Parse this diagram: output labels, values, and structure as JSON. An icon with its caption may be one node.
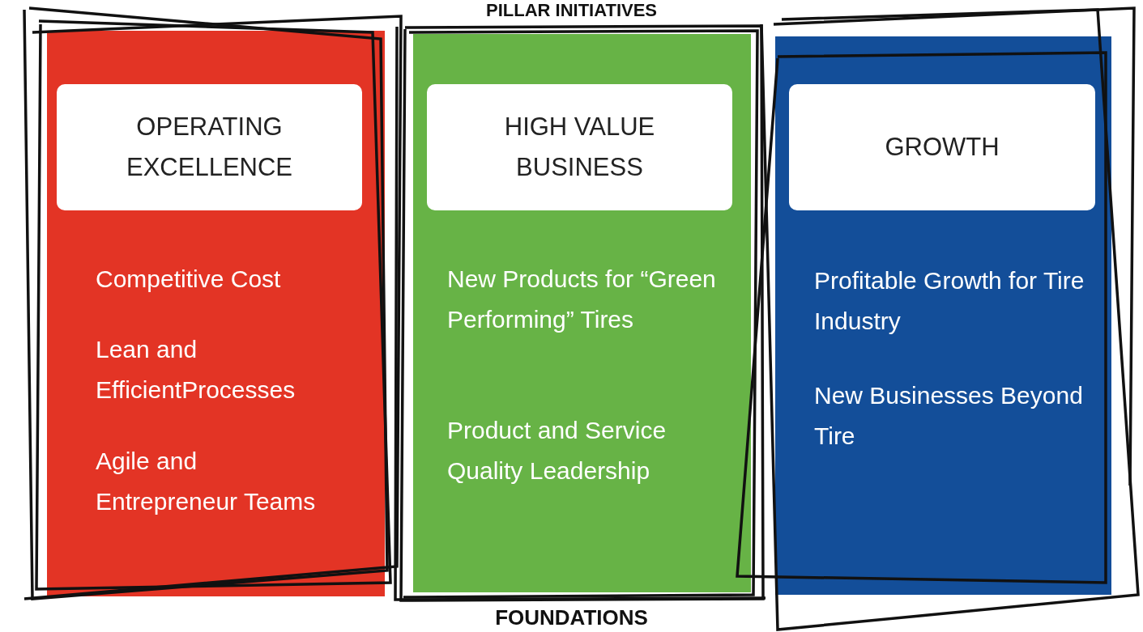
{
  "diagram": {
    "nodes": [
      {
        "text": [
          "Competitive Cost",
          "Lean and EfficientProcesses",
          "Agile and Entrepreneur Teams"
        ]
      },
      {
        "text": [
          "OPERATING EXCELLENCE"
        ],
        "in": 0
      },
      {
        "text": [
          "New Products for “Green Performing” Tires",
          "Product and Service Quality Leadership"
        ]
      },
      {
        "text": [
          "HIGH VALUE BUSINESS"
        ],
        "in": 2
      },
      {
        "text": [
          "Profitable Growth for Tire Industry",
          "New Businesses Beyond Tire"
        ]
      },
      {
        "text": [
          "GROWTH"
        ],
        "in": 4
      }
    ],
    "labels": [
      "PILLAR INITIATIVES",
      "FOUNDATIONS"
    ]
  }
}
